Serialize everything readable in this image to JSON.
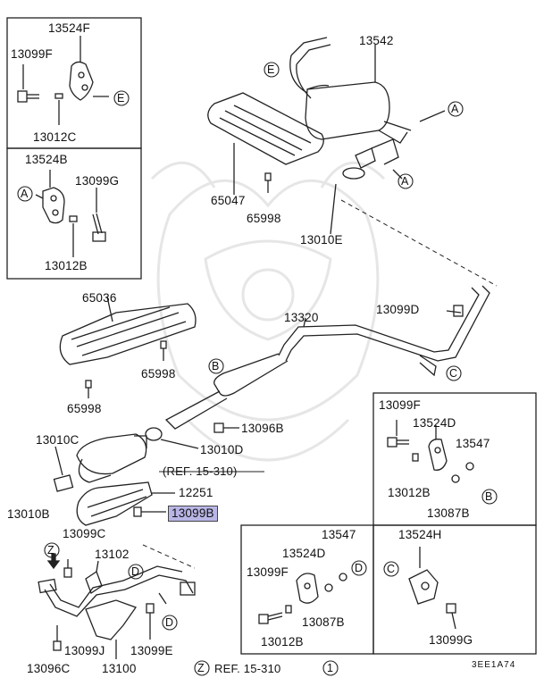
{
  "labels": {
    "p13524F": "13524F",
    "p13099F_a": "13099F",
    "p13012C": "13012C",
    "p13524B": "13524B",
    "p13099G_a": "13099G",
    "p13012B_a": "13012B",
    "p13542": "13542",
    "p65047": "65047",
    "p65998_a": "65998",
    "p13010E": "13010E",
    "p13099D": "13099D",
    "p65036": "65036",
    "p13320": "13320",
    "p65998_b": "65998",
    "p65998_c": "65998",
    "p13096B": "13096B",
    "p13010C": "13010C",
    "p13010D": "13010D",
    "ref1": "(REF. 15-310)",
    "p12251": "12251",
    "p13010B": "13010B",
    "p13099B": "13099B",
    "p13099C": "13099C",
    "p13102": "13102",
    "p13099J": "13099J",
    "p13099E": "13099E",
    "p13096C": "13096C",
    "p13100": "13100",
    "ref2": "REF. 15-310",
    "ref2_num": "1",
    "p13099F_b": "13099F",
    "p13524D_a": "13524D",
    "p13547_a": "13547",
    "p13012B_b": "13012B",
    "p13087B_a": "13087B",
    "p13547_b": "13547",
    "p13524D_b": "13524D",
    "p13099F_c": "13099F",
    "p13087B_b": "13087B",
    "p13012B_c": "13012B",
    "p13524H": "13524H",
    "p13099G_b": "13099G",
    "diagram_code": "3EE1A74"
  },
  "callouts": {
    "A": "A",
    "B": "B",
    "C": "C",
    "D": "D",
    "E": "E",
    "Z": "Z"
  }
}
